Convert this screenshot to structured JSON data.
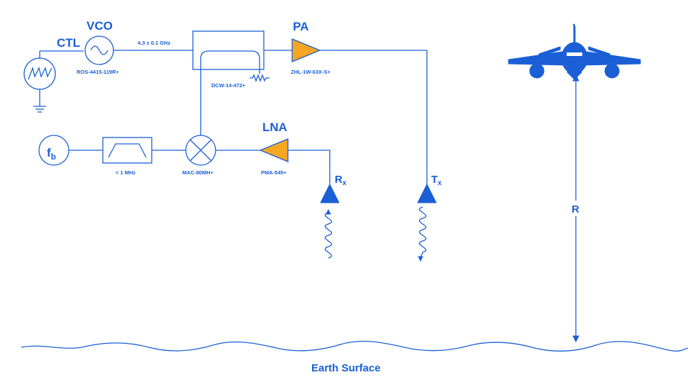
{
  "labels": {
    "ctl": "CTL",
    "vco": "VCO",
    "vco_part": "ROS-4415-119R+",
    "frequency": "4.3 ± 0.1 GHz",
    "coupler_part": "DCW-14-472+",
    "pa": "PA",
    "pa_part": "ZHL-1W-63X-S+",
    "fb_main": "f",
    "fb_sub": "b",
    "filter_part": "< 1 MHz",
    "mixer_part": "MAC-80MH+",
    "lna": "LNA",
    "lna_part": "PMA-545+",
    "rx_main": "R",
    "rx_sub": "x",
    "tx_main": "T",
    "tx_sub": "x",
    "range": "R",
    "earth": "Earth Surface"
  },
  "colors": {
    "line": "#1a5fd6",
    "amplifier": "#f5a623",
    "background": "#ffffff"
  },
  "icons": [
    "sawtooth-generator-icon",
    "sine-oscillator-icon",
    "directional-coupler-icon",
    "resistor-icon",
    "ground-icon",
    "amplifier-icon",
    "mixer-icon",
    "bandpass-filter-icon",
    "antenna-icon",
    "wave-arrow-icon",
    "airplane-icon",
    "double-arrow-icon",
    "earth-surface-line"
  ]
}
